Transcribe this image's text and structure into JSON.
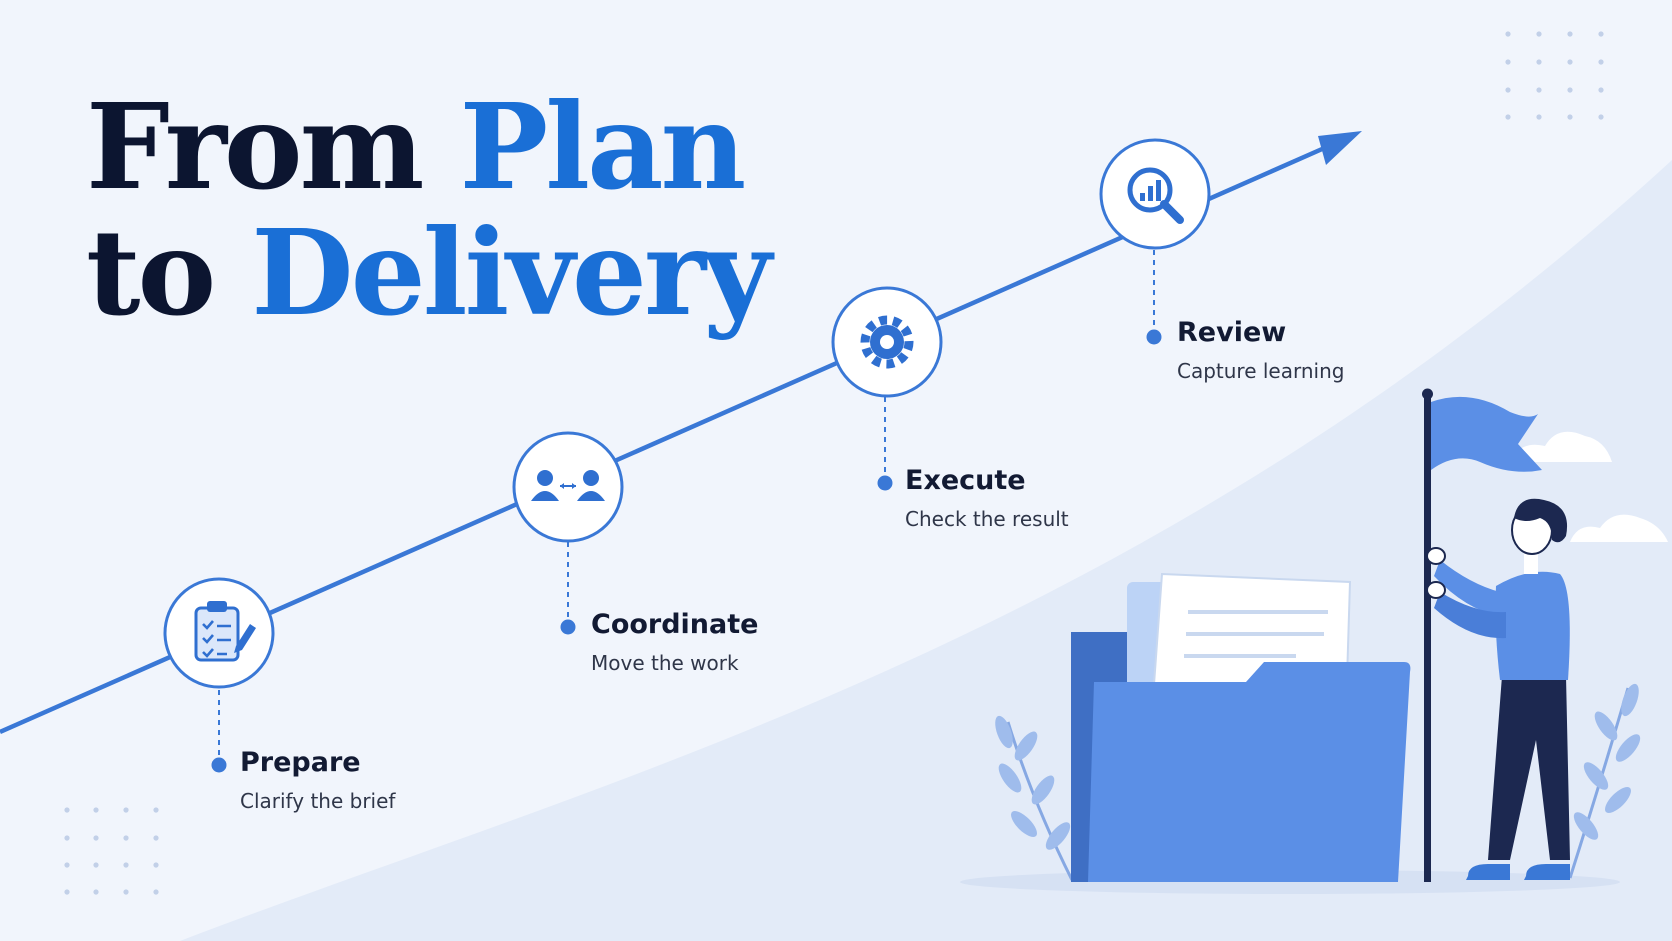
{
  "title": {
    "line1_plain": "From ",
    "line1_accent": "Plan",
    "line2_plain": "to ",
    "line2_accent": "Delivery"
  },
  "steps": [
    {
      "title": "Prepare",
      "subtitle": "Clarify the brief",
      "icon": "clipboard-checklist-icon"
    },
    {
      "title": "Coordinate",
      "subtitle": "Move the work",
      "icon": "people-exchange-icon"
    },
    {
      "title": "Execute",
      "subtitle": "Check the result",
      "icon": "gear-icon"
    },
    {
      "title": "Review",
      "subtitle": "Capture learning",
      "icon": "magnifier-chart-icon"
    }
  ],
  "colors": {
    "background": "#f1f5fc",
    "title_dark": "#0c1530",
    "accent_blue": "#1a6fd6",
    "line_blue": "#3a78d6",
    "illustration_blue": "#5b8fe6",
    "navy": "#1c2850"
  }
}
